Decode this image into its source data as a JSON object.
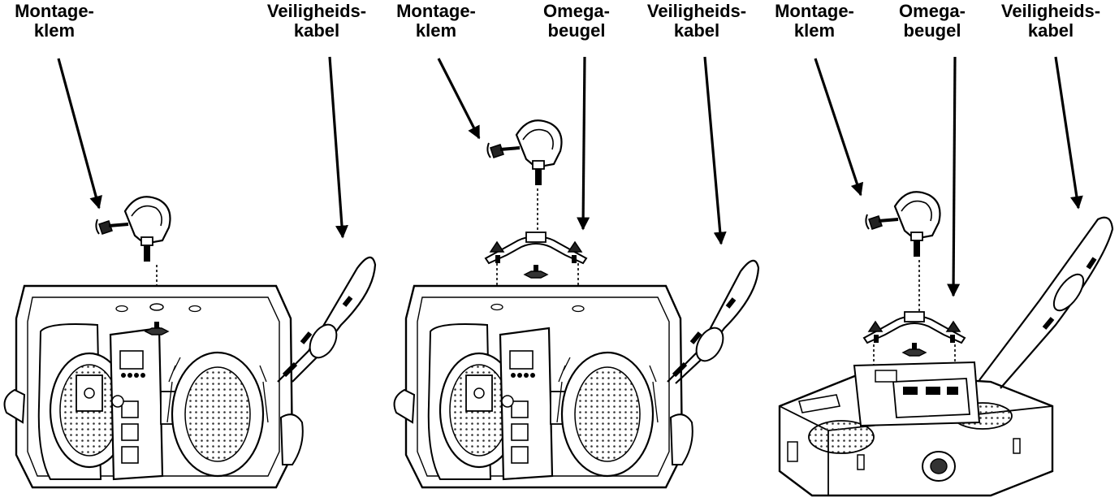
{
  "colors": {
    "ink": "#000000",
    "paper": "#ffffff"
  },
  "panels": [
    {
      "labels": {
        "clamp": {
          "line1": "Montage-",
          "line2": "klem"
        },
        "cable": {
          "line1": "Veiligheids-",
          "line2": "kabel"
        }
      }
    },
    {
      "labels": {
        "clamp": {
          "line1": "Montage-",
          "line2": "klem"
        },
        "bracket": {
          "line1": "Omega-",
          "line2": "beugel"
        },
        "cable": {
          "line1": "Veiligheids-",
          "line2": "kabel"
        }
      }
    },
    {
      "labels": {
        "clamp": {
          "line1": "Montage-",
          "line2": "klem"
        },
        "bracket": {
          "line1": "Omega-",
          "line2": "beugel"
        },
        "cable": {
          "line1": "Veiligheids-",
          "line2": "kabel"
        }
      }
    }
  ]
}
